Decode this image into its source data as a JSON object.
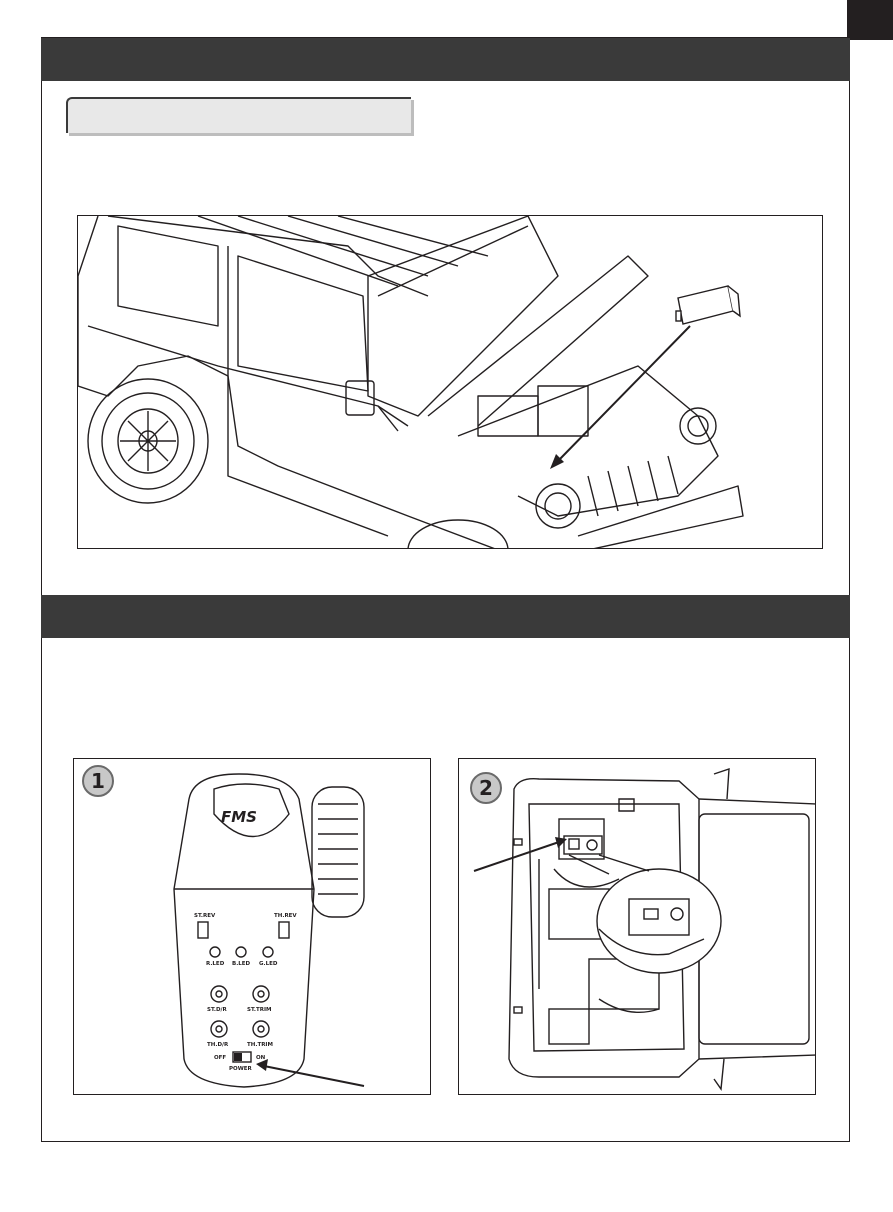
{
  "steps": [
    "1",
    "2"
  ],
  "transmitter": {
    "brand": "FMS",
    "switches": [
      "ST.REV",
      "TH.REV"
    ],
    "leds": [
      "R.LED",
      "B.LED",
      "G.LED"
    ],
    "knobs": [
      "ST.D/R",
      "ST.TRIM",
      "TH.D/R",
      "TH.TRIM"
    ],
    "power_off": "OFF",
    "power_on": "ON",
    "power_label": "POWER"
  },
  "icons": {
    "truck": "truck-hood-open-illustration",
    "receiver_box": "receiver-box-icon",
    "transmitter": "transmitter-icon",
    "chassis": "chassis-top-view-illustration"
  },
  "colors": {
    "bar": "#3a3a3a",
    "line": "#231f20",
    "badge": "#c8c8c8"
  }
}
